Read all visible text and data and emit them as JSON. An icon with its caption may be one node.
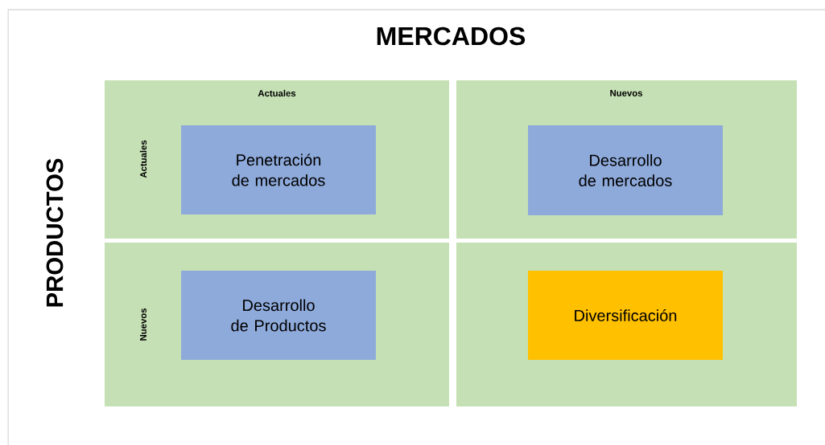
{
  "diagram": {
    "title": "MERCADOS",
    "nodes": [
      {
        "text": [
          "Actuales",
          "Actuales"
        ]
      },
      {
        "text": [
          "Nuevos"
        ]
      },
      {
        "text": [
          "Nuevos"
        ]
      },
      {
        "text": [],
        "shape": "box"
      },
      {
        "text": [
          "Penetración de mercados"
        ],
        "in": 0
      },
      {
        "text": [
          "Desarrollo de mercados"
        ],
        "in": 1
      },
      {
        "text": [
          "Desarrollo de Productos"
        ],
        "in": 2
      },
      {
        "text": [
          "Diversificación"
        ],
        "in": 3
      }
    ],
    "labels": [
      "PRODUCTOS"
    ]
  }
}
